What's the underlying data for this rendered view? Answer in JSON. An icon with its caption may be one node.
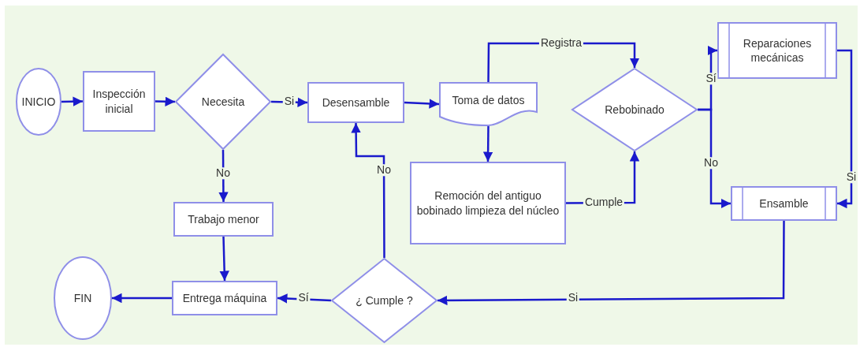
{
  "diagram": {
    "nodes": [
      {
        "text": [
          "INICIO"
        ]
      },
      {
        "text": [
          "Inspección inicial"
        ]
      },
      {
        "text": [
          "Necesita"
        ]
      },
      {
        "text": [
          "Desensamble"
        ]
      },
      {
        "text": [
          "Toma de datos"
        ]
      },
      {
        "text": [
          "Remoción del antiguo bobinado limpieza del núcleo"
        ]
      },
      {
        "text": [
          "Rebobinado"
        ]
      },
      {
        "text": [
          "Reparaciones mecánicas"
        ]
      },
      {
        "text": [
          "Ensamble"
        ]
      },
      {
        "text": [
          "Trabajo menor"
        ]
      },
      {
        "text": [
          "¿ Cumple ?"
        ]
      },
      {
        "text": [
          "Entrega máquina"
        ]
      },
      {
        "text": [
          "FIN"
        ]
      }
    ],
    "edges": [
      {
        "from": 0,
        "to": 1,
        "arrow": "to"
      },
      {
        "from": 1,
        "to": 2,
        "arrow": "to"
      },
      {
        "from": 2,
        "to": 3,
        "arrow": "to",
        "label": "Si"
      },
      {
        "from": 2,
        "to": 9,
        "arrow": "to",
        "label": "No"
      },
      {
        "from": 3,
        "to": 4,
        "arrow": "to"
      },
      {
        "from": 4,
        "to": 6,
        "arrow": "to",
        "label": "Registra"
      },
      {
        "from": 4,
        "to": 5,
        "arrow": "to"
      },
      {
        "from": 5,
        "to": 6,
        "arrow": "to",
        "label": "Cumple"
      },
      {
        "from": 6,
        "to": 7,
        "arrow": "to",
        "label": "Sí"
      },
      {
        "from": 6,
        "to": 8,
        "arrow": "to",
        "label": "No"
      },
      {
        "from": 7,
        "to": 8,
        "arrow": "to",
        "label": "Si"
      },
      {
        "from": 8,
        "to": 10,
        "arrow": "to",
        "label": "Si"
      },
      {
        "from": 10,
        "to": 3,
        "arrow": "to",
        "label": "No"
      },
      {
        "from": 10,
        "to": 11,
        "arrow": "to",
        "label": "Sí"
      },
      {
        "from": 9,
        "to": 11,
        "arrow": "to"
      },
      {
        "from": 11,
        "to": 12,
        "arrow": "to"
      }
    ]
  }
}
